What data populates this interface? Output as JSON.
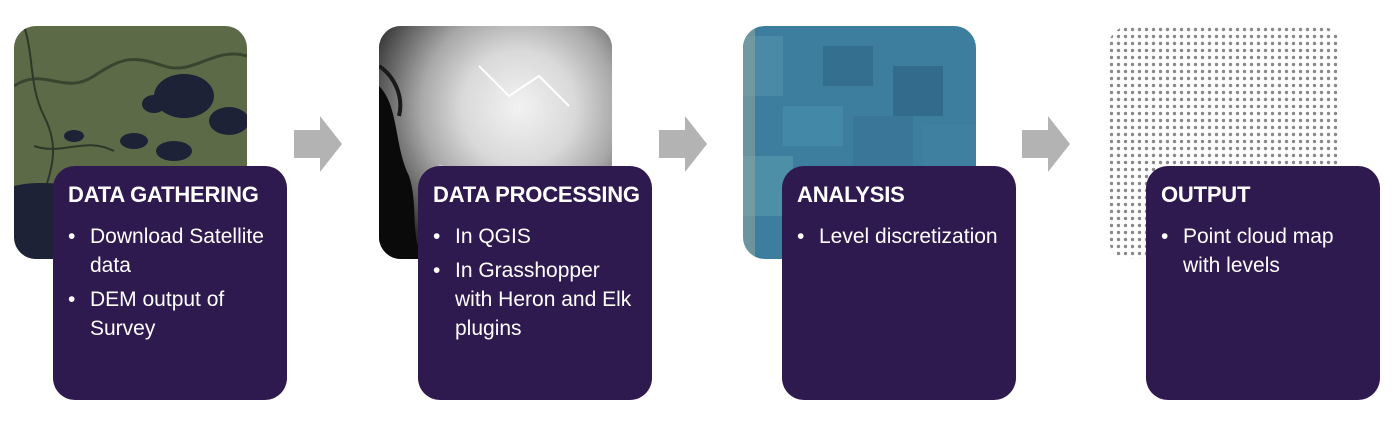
{
  "steps": [
    {
      "title": "DATA GATHERING",
      "bullets": [
        "Download Satellite data",
        "DEM output of Survey"
      ],
      "image": "satellite-image"
    },
    {
      "title": "DATA PROCESSING",
      "bullets": [
        "In QGIS",
        "In Grasshopper with Heron and Elk plugins"
      ],
      "image": "dem-image"
    },
    {
      "title": "ANALYSIS",
      "bullets": [
        "Level discretization"
      ],
      "image": "discretized-map-image"
    },
    {
      "title": "OUTPUT",
      "bullets": [
        "Point cloud map with levels"
      ],
      "image": "point-cloud-image"
    }
  ],
  "colors": {
    "card": "#2e1a4f",
    "arrow": "#b3b3b3",
    "satellite": "#5c6a48",
    "water": "#1e2236",
    "analysis": "#3d7d9e",
    "dots": "#8a8a8a"
  },
  "arrow_icon": "right-arrow-icon"
}
